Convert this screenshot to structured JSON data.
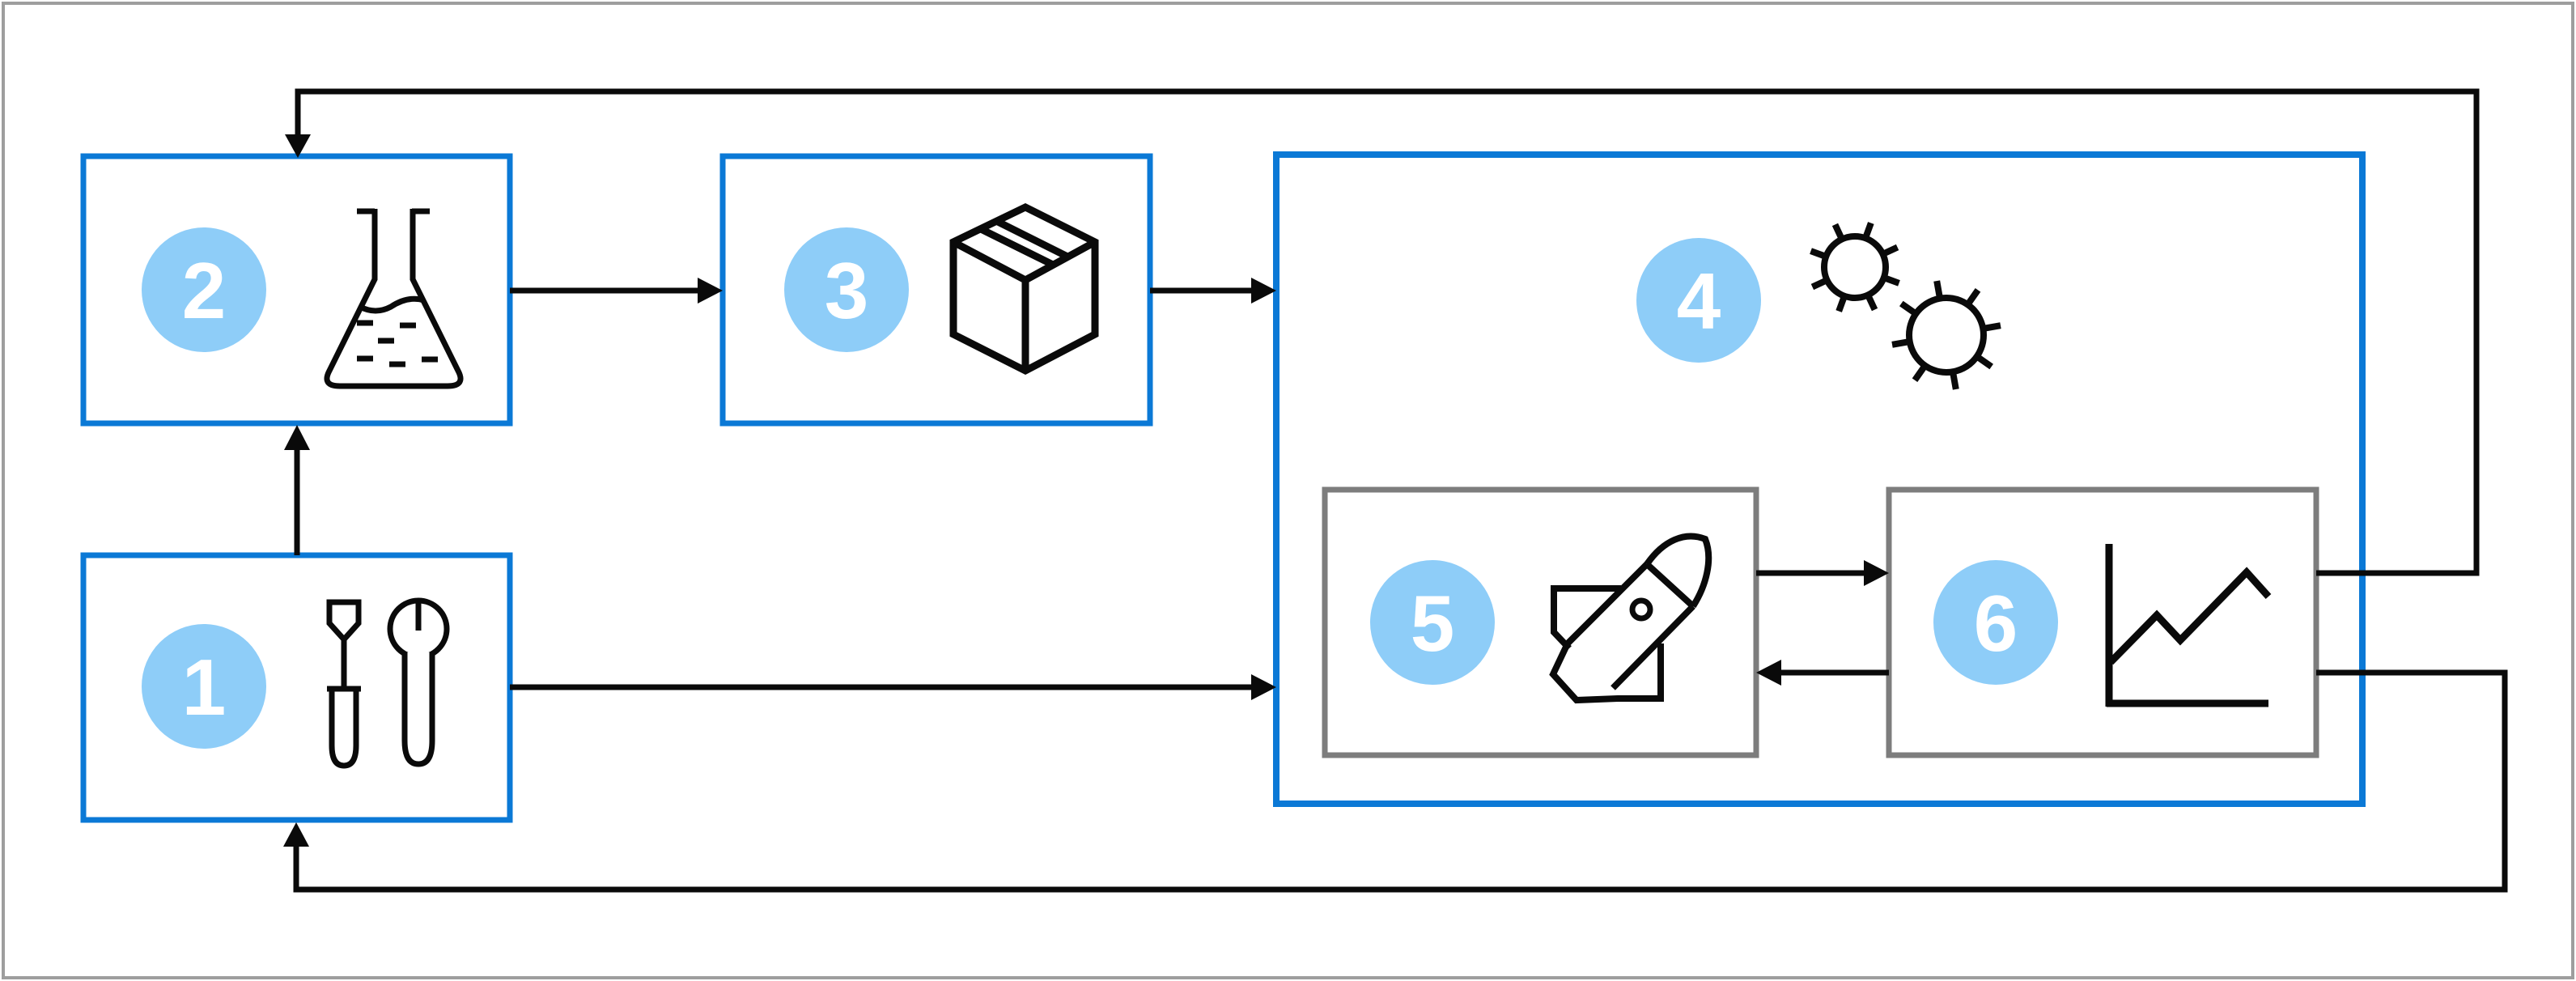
{
  "diagram": {
    "kind": "numbered-process-flow-with-feedback-loops",
    "steps": [
      {
        "number": "1",
        "icon": "screwdriver-wrench-icon",
        "box_style": "blue"
      },
      {
        "number": "2",
        "icon": "flask-icon",
        "box_style": "blue"
      },
      {
        "number": "3",
        "icon": "package-box-icon",
        "box_style": "blue"
      },
      {
        "number": "4",
        "icon": "germs-icon",
        "box_style": "blue-container"
      },
      {
        "number": "5",
        "icon": "rocket-icon",
        "box_style": "gray-nested"
      },
      {
        "number": "6",
        "icon": "line-chart-icon",
        "box_style": "gray-nested"
      }
    ],
    "nesting": {
      "container_step": "4",
      "children": [
        "5",
        "6"
      ]
    },
    "connections": [
      {
        "from": "1",
        "to": "2",
        "type": "direct"
      },
      {
        "from": "2",
        "to": "3",
        "type": "direct"
      },
      {
        "from": "3",
        "to": "4",
        "type": "direct"
      },
      {
        "from": "1",
        "to": "4",
        "type": "direct"
      },
      {
        "from": "5",
        "to": "6",
        "type": "direct"
      },
      {
        "from": "6",
        "to": "5",
        "type": "direct"
      },
      {
        "from": "6",
        "to": "2",
        "type": "feedback-loop-top"
      },
      {
        "from": "6",
        "to": "1",
        "type": "feedback-loop-bottom"
      }
    ],
    "colors": {
      "accent_blue_border": "#0b79d6",
      "gray_border": "#7d7d7d",
      "badge_fill": "#8ecdf8",
      "badge_text": "#ffffff",
      "line_black": "#0a0a0a",
      "outer_frame": "#9e9e9e",
      "background": "#ffffff"
    }
  }
}
